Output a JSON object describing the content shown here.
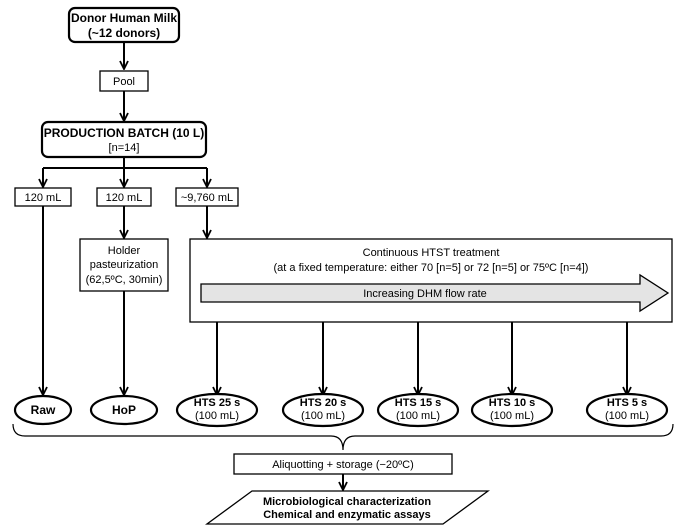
{
  "nodes": {
    "donor": {
      "line1": "Donor Human Milk",
      "line2": "(~12 donors)"
    },
    "pool": {
      "label": "Pool"
    },
    "batch": {
      "line1": "PRODUCTION BATCH (10 L)",
      "line2": "[n=14]"
    },
    "vol_raw": {
      "label": "120 mL"
    },
    "vol_hop": {
      "label": "120 mL"
    },
    "vol_htst": {
      "label": "~9,760 mL"
    },
    "holder": {
      "line1": "Holder",
      "line2": "pasteurization",
      "line3": "(62,5ºC, 30min)"
    },
    "htst": {
      "line1": "Continuous HTST treatment",
      "line2": "(at a fixed temperature: either 70 [n=5]  or 72 [n=5]  or 75ºC [n=4])"
    },
    "flow": {
      "label": "Increasing DHM flow rate"
    },
    "raw": {
      "label": "Raw"
    },
    "hop": {
      "label": "HoP"
    },
    "hts25": {
      "line1": "HTS 25 s",
      "line2": "(100 mL)"
    },
    "hts20": {
      "line1": "HTS 20 s",
      "line2": "(100 mL)"
    },
    "hts15": {
      "line1": "HTS 15 s",
      "line2": "(100 mL)"
    },
    "hts10": {
      "line1": "HTS 10 s",
      "line2": "(100 mL)"
    },
    "hts5": {
      "line1": "HTS 5 s",
      "line2": "(100 mL)"
    },
    "storage": {
      "label": "Aliquotting  + storage (−20ºC)"
    },
    "final": {
      "line1": "Microbiological characterization",
      "line2": "Chemical and enzymatic assays"
    }
  }
}
